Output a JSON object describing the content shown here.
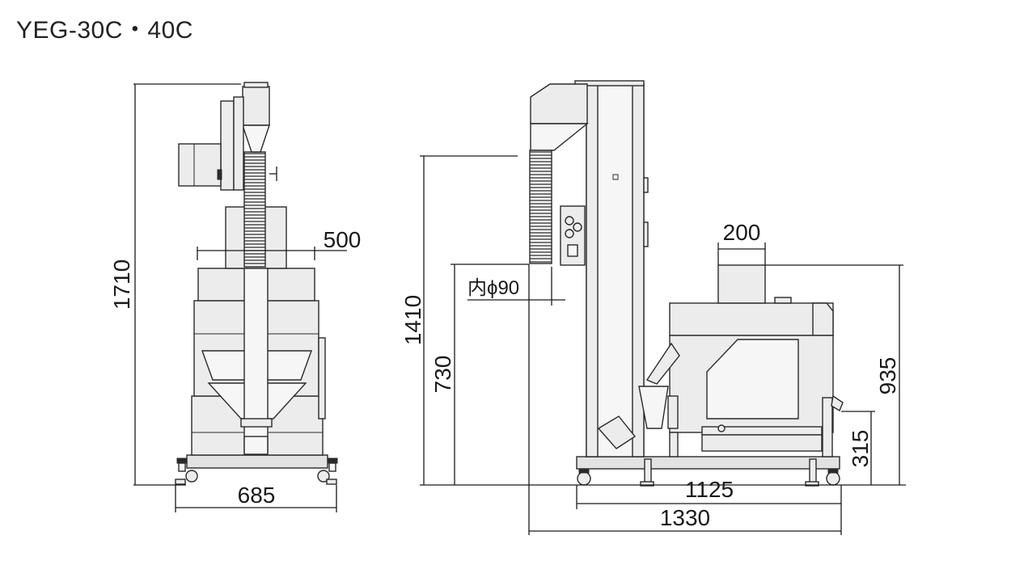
{
  "title": "YEG-30C・40C",
  "front_view": {
    "height_1710": "1710",
    "width_500": "500",
    "width_685": "685"
  },
  "side_view": {
    "height_1410": "1410",
    "height_730": "730",
    "inner_diameter": "内ϕ90",
    "width_200": "200",
    "height_935": "935",
    "height_315": "315",
    "width_1125": "1125",
    "width_1330": "1330"
  }
}
